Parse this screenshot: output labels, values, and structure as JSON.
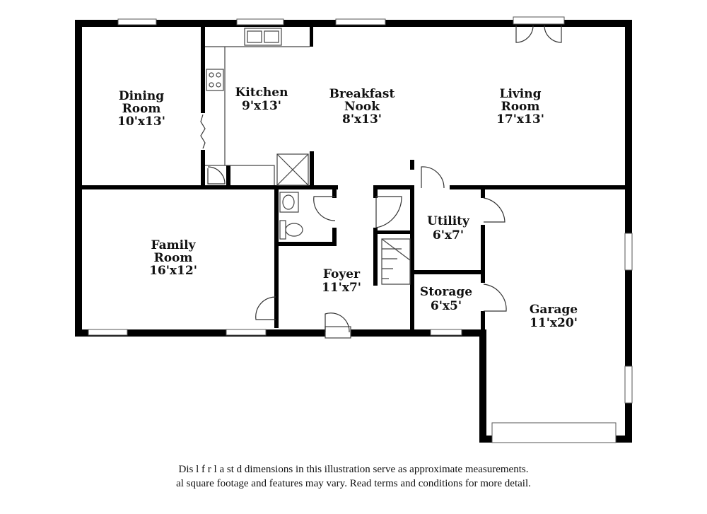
{
  "rooms": {
    "dining": {
      "name1": "Dining",
      "name2": "Room",
      "size": "10'x13'"
    },
    "kitchen": {
      "name1": "Kitchen",
      "size": "9'x13'"
    },
    "nook": {
      "name1": "Breakfast",
      "name2": "Nook",
      "size": "8'x13'"
    },
    "living": {
      "name1": "Living",
      "name2": "Room",
      "size": "17'x13'"
    },
    "family": {
      "name1": "Family",
      "name2": "Room",
      "size": "16'x12'"
    },
    "foyer": {
      "name1": "Foyer",
      "size": "11'x7'"
    },
    "utility": {
      "name1": "Utility",
      "size": "6'x7'"
    },
    "storage": {
      "name1": "Storage",
      "size": "6'x5'"
    },
    "garage": {
      "name1": "Garage",
      "size": "11'x20'"
    }
  },
  "disclaimer": {
    "line1": "Dis         l   f    r    l   a    st      d dimensions in this illustration serve as approximate measurements.",
    "line2": "al square footage and features may vary. Read terms and conditions for more detail."
  }
}
